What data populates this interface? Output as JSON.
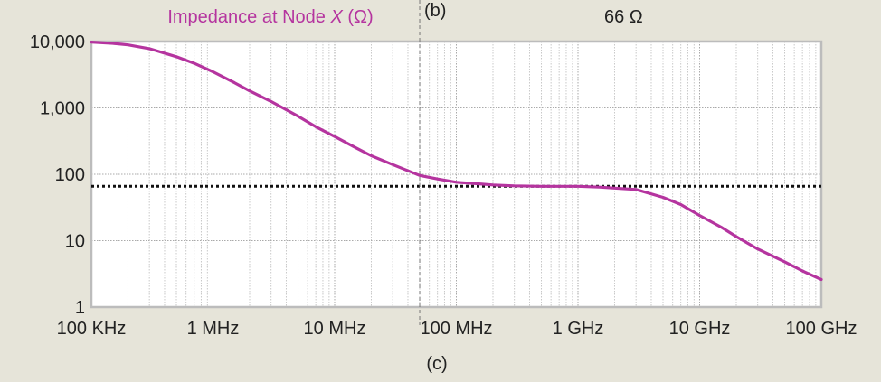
{
  "chart_data": {
    "type": "line",
    "title_prefix": "Impedance at Node ",
    "title_var": "X",
    "title_suffix": " (Ω)",
    "title_color": "#b5349f",
    "curve_color": "#b5349f",
    "plot_bg": "#ffffff",
    "axis_color": "#bcbcbc",
    "x_scale": "log",
    "y_scale": "log",
    "xlim": [
      100000,
      100000000000
    ],
    "ylim": [
      1,
      10000
    ],
    "x_ticks": [
      {
        "value": 100000,
        "label": "100 KHz"
      },
      {
        "value": 1000000,
        "label": "1 MHz"
      },
      {
        "value": 10000000,
        "label": "10 MHz"
      },
      {
        "value": 100000000,
        "label": "100 MHz"
      },
      {
        "value": 1000000000,
        "label": "1 GHz"
      },
      {
        "value": 10000000000,
        "label": "10 GHz"
      },
      {
        "value": 100000000000,
        "label": "100 GHz"
      }
    ],
    "y_ticks": [
      {
        "value": 1,
        "label": "1"
      },
      {
        "value": 10,
        "label": "10"
      },
      {
        "value": 100,
        "label": "100"
      },
      {
        "value": 1000,
        "label": "1,000"
      },
      {
        "value": 10000,
        "label": "10,000"
      }
    ],
    "grid": true,
    "series": [
      {
        "x": [
          100000,
          150000,
          200000,
          300000,
          500000,
          700000,
          1000000,
          1500000,
          2000000,
          3000000,
          5000000,
          7000000,
          10000000,
          15000000,
          20000000,
          30000000,
          50000000,
          70000000,
          100000000,
          150000000,
          200000000,
          300000000,
          500000000,
          700000000,
          1000000000,
          1500000000,
          2000000000,
          3000000000,
          5000000000,
          7000000000,
          10000000000,
          15000000000,
          20000000000,
          30000000000,
          50000000000,
          70000000000,
          100000000000
        ],
        "y": [
          9800,
          9400,
          8900,
          7800,
          5900,
          4700,
          3500,
          2400,
          1800,
          1250,
          750,
          520,
          370,
          250,
          190,
          140,
          96,
          85,
          76,
          72,
          69,
          67,
          66,
          66,
          66,
          64,
          62,
          59,
          45,
          35,
          24,
          16,
          11.5,
          7.5,
          4.8,
          3.5,
          2.6
        ]
      }
    ],
    "reference_line": {
      "value": 66,
      "label": "66 Ω",
      "style": "dotted"
    },
    "marker_line": {
      "x": 50000000,
      "label": "(b)",
      "style": "dashed"
    },
    "caption": "(c)"
  }
}
